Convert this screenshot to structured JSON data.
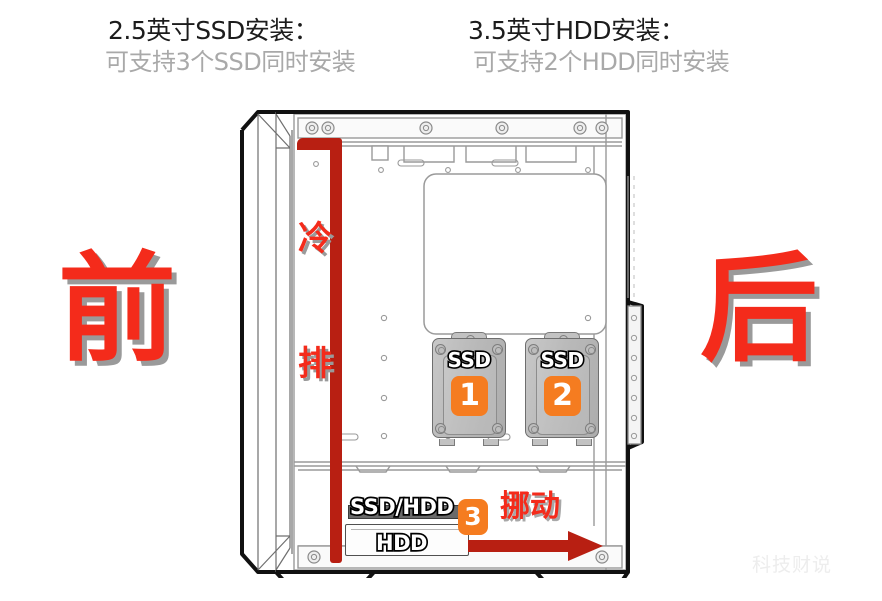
{
  "headers": {
    "ssd": {
      "title": "2.5英寸SSD安装：",
      "subtitle": "可支持3个SSD同时安装"
    },
    "hdd": {
      "title": "3.5英寸HDD安装：",
      "subtitle": "可支持2个HDD同时安装"
    }
  },
  "orientation": {
    "front": "前",
    "rear": "后"
  },
  "radiator": {
    "line1": "冷",
    "line2": "排"
  },
  "drive_bays": [
    {
      "type": "SSD",
      "number": "1"
    },
    {
      "type": "SSD",
      "number": "2"
    }
  ],
  "bottom_bay": {
    "upper_label": "SSD/HDD",
    "lower_label": "HDD",
    "number": "3",
    "action_text": "挪动"
  },
  "watermark": "科技财说",
  "colors": {
    "accent_red": "#f42b1b",
    "bracket_red": "#b81f12",
    "badge_orange": "#f57c20",
    "shadow_gray": "#9a9a9a",
    "header_title": "#1c1c1c",
    "header_subtitle": "#a9a9a9",
    "chassis_outline": "#111111",
    "watermark_gray": "#ededed"
  }
}
